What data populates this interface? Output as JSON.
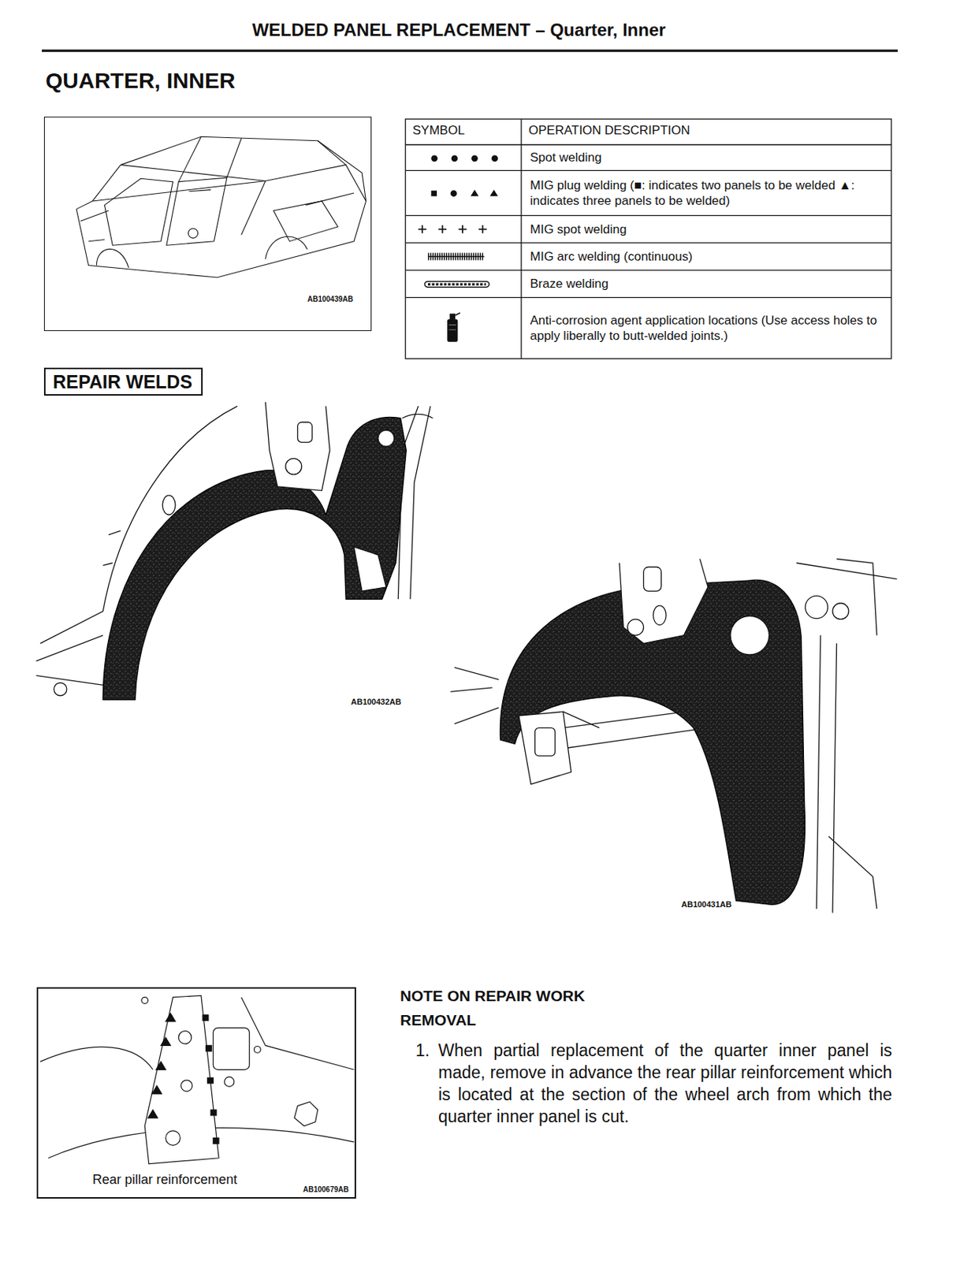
{
  "diagram": {
    "title": "QUARTER, INNER",
    "nodes": [
      {
        "text": [
          "AB100439AB"
        ]
      },
      {
        "text": [
          "REPAIR WELDS"
        ]
      },
      {
        "text": [
          "Rear pillar reinforcement",
          "AB100679AB"
        ]
      }
    ],
    "labels": [
      "WELDED PANEL REPLACEMENT – Quarter, Inner",
      "SYMBOL",
      "OPERATION DESCRIPTION",
      "AB100432AB",
      "AB100431AB",
      "NOTE ON REPAIR WORK",
      "REMOVAL",
      "1.",
      "When partial replacement of the quarter inner panel is made, remove in advance the rear pillar reinforcement which is located at the section of the wheel arch from which the quarter inner panel is cut."
    ],
    "legend": [
      {
        "text": "Spot welding"
      },
      {
        "text": "MIG plug welding (■: indicates two panels to be welded ▲: indicates three panels to be welded)"
      },
      {
        "text": "MIG spot welding"
      },
      {
        "text": "MIG arc welding (continuous)"
      },
      {
        "text": "Braze welding"
      },
      {
        "text": "Anti-corrosion agent application locations (Use access holes to apply liberally to butt-welded joints.)"
      }
    ]
  }
}
